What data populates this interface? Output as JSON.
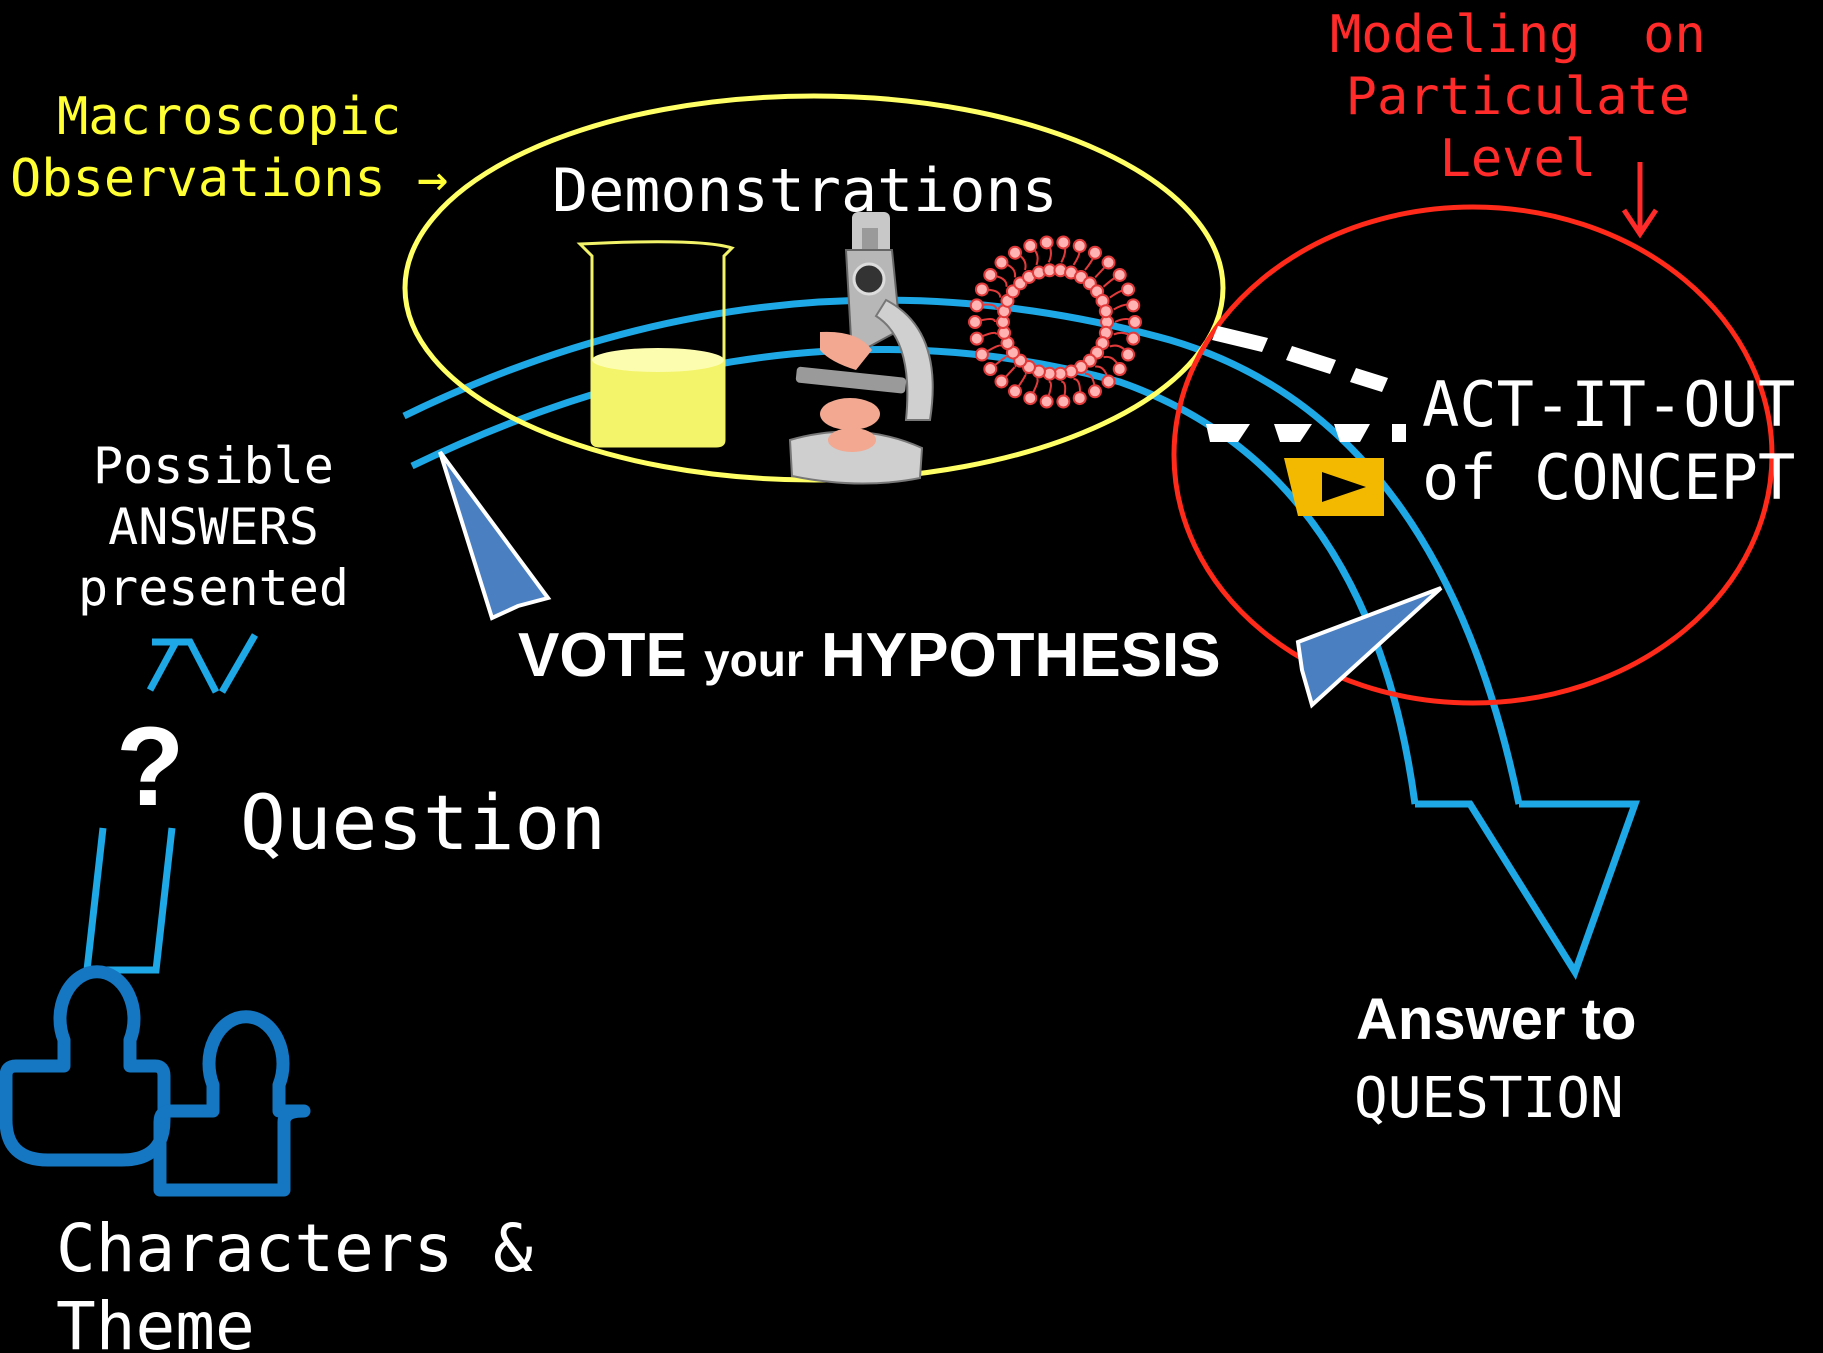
{
  "labels": {
    "macroscopic": "Macroscopic\nObservations →",
    "modeling": "Modeling  on\nParticulate\nLevel",
    "demonstrations": "Demonstrations",
    "possible_answers": "Possible\nANSWERS\npresented",
    "vote_word": "VOTE",
    "vote_your": "your",
    "vote_hypothesis": "HYPOTHESIS",
    "act_it_out": "ACT-IT-OUT\nof CONCEPT",
    "question_mark": "?",
    "question": "Question",
    "answer_line1": "Answer to",
    "answer_line2": "QUESTION",
    "characters": "Characters &\nTheme"
  },
  "icons": {
    "beaker": "beaker-icon",
    "microscope": "microscope-icon",
    "membrane": "membrane-icon",
    "clapperboard": "clapperboard-icon",
    "people": "people-icon"
  },
  "colors": {
    "background": "#000000",
    "observation": "#ffff33",
    "modeling": "#ff2a2a",
    "flow_arrow": "#1ea8e6",
    "cursor_arrow": "#4a7fc1",
    "people": "#1576c2",
    "text": "#ffffff"
  }
}
